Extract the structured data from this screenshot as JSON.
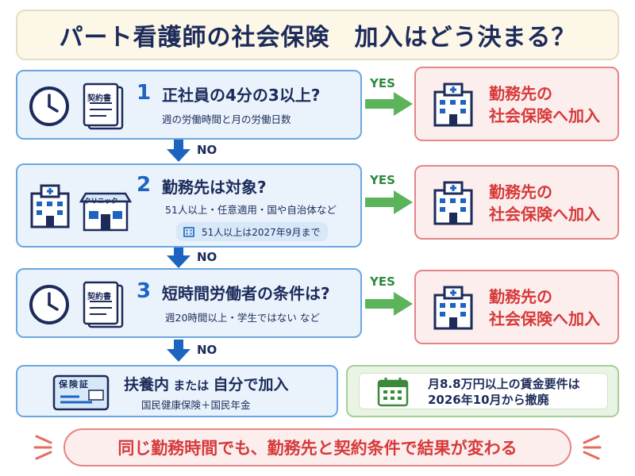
{
  "title": "パート看護師の社会保険　加入はどう決まる？",
  "steps": [
    {
      "num": "1",
      "question": "正社員の4分の3以上?",
      "sub": "週の労働時間と月の労働日数",
      "icon_left": "clock-icon",
      "icon_right": "contract-document-icon",
      "icon_right_label": "契約書"
    },
    {
      "num": "2",
      "question": "勤務先は対象?",
      "sub": "51人以上・任意適用・国や自治体など",
      "note": "51人以上は2027年9月まで",
      "icon_left": "hospital-icon",
      "icon_right": "clinic-icon",
      "icon_right_label": "クリニック"
    },
    {
      "num": "3",
      "question": "短時間労働者の条件は?",
      "sub": "週20時間以上・学生ではない など",
      "icon_left": "clock-icon",
      "icon_right": "contract-document-icon",
      "icon_right_label": "契約書"
    }
  ],
  "yes_label": "YES",
  "no_label": "NO",
  "result": {
    "line1": "勤務先の",
    "line2": "社会保険へ加入"
  },
  "final_left": {
    "card_label": "保険証",
    "title_a": "扶養内",
    "title_b": " または ",
    "title_c": "自分で加入",
    "sub": "国民健康保険＋国民年金"
  },
  "final_right": {
    "line1": "月8.8万円以上の賃金要件は",
    "line2": "2026年10月から撤廃"
  },
  "footer": "同じ勤務時間でも、勤務先と契約条件で結果が変わる",
  "colors": {
    "navy": "#1c2b5a",
    "blue": "#1d64c0",
    "green": "#2d8a3e",
    "red": "#d63a3a"
  }
}
